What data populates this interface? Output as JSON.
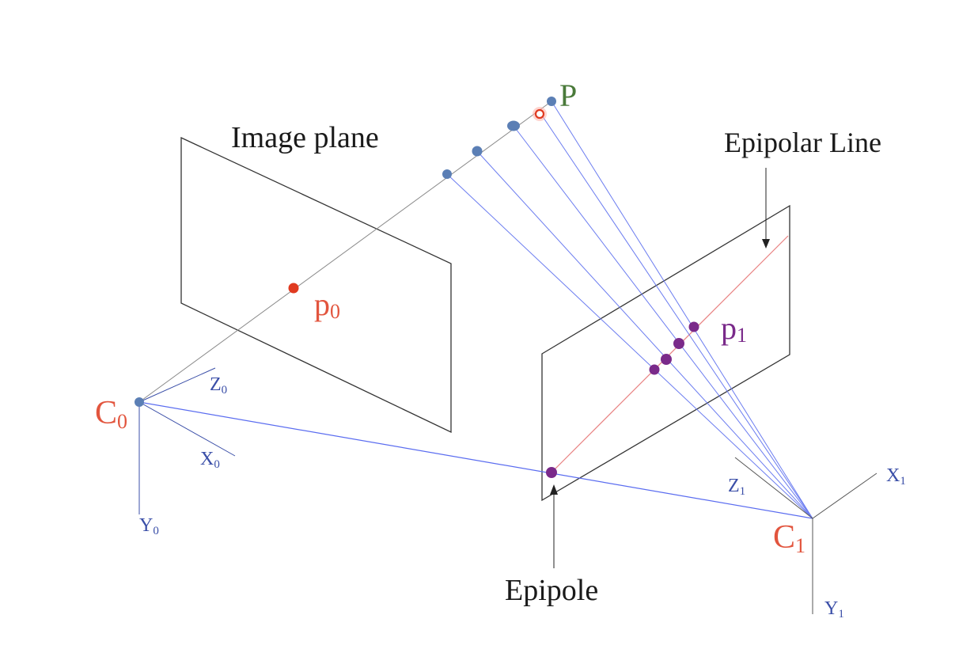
{
  "labels": {
    "image_plane": "Image plane",
    "epipolar_line": "Epipolar Line",
    "epipole": "Epipole",
    "point_P": "P",
    "p0_main": "p",
    "p0_sub": "0",
    "p1_main": "p",
    "p1_sub": "1",
    "c0_main": "C",
    "c0_sub": "0",
    "c1_main": "C",
    "c1_sub": "1",
    "z0_main": "Z",
    "z0_sub": "0",
    "x0_main": "X",
    "x0_sub": "0",
    "y0_main": "Y",
    "y0_sub": "0",
    "z1_main": "Z",
    "z1_sub": "1",
    "x1_main": "X",
    "x1_sub": "1",
    "y1_main": "Y",
    "y1_sub": "1"
  },
  "colors": {
    "camera_label": "#e2553e",
    "axis_label": "#3b4fa8",
    "ray_blue": "#5a6cf0",
    "epipolar_red": "#e88080",
    "point_blue": "#5b7fb5",
    "point_purple": "#7a2a8a",
    "point_red": "#e03a20",
    "plane_outline": "#333333"
  }
}
